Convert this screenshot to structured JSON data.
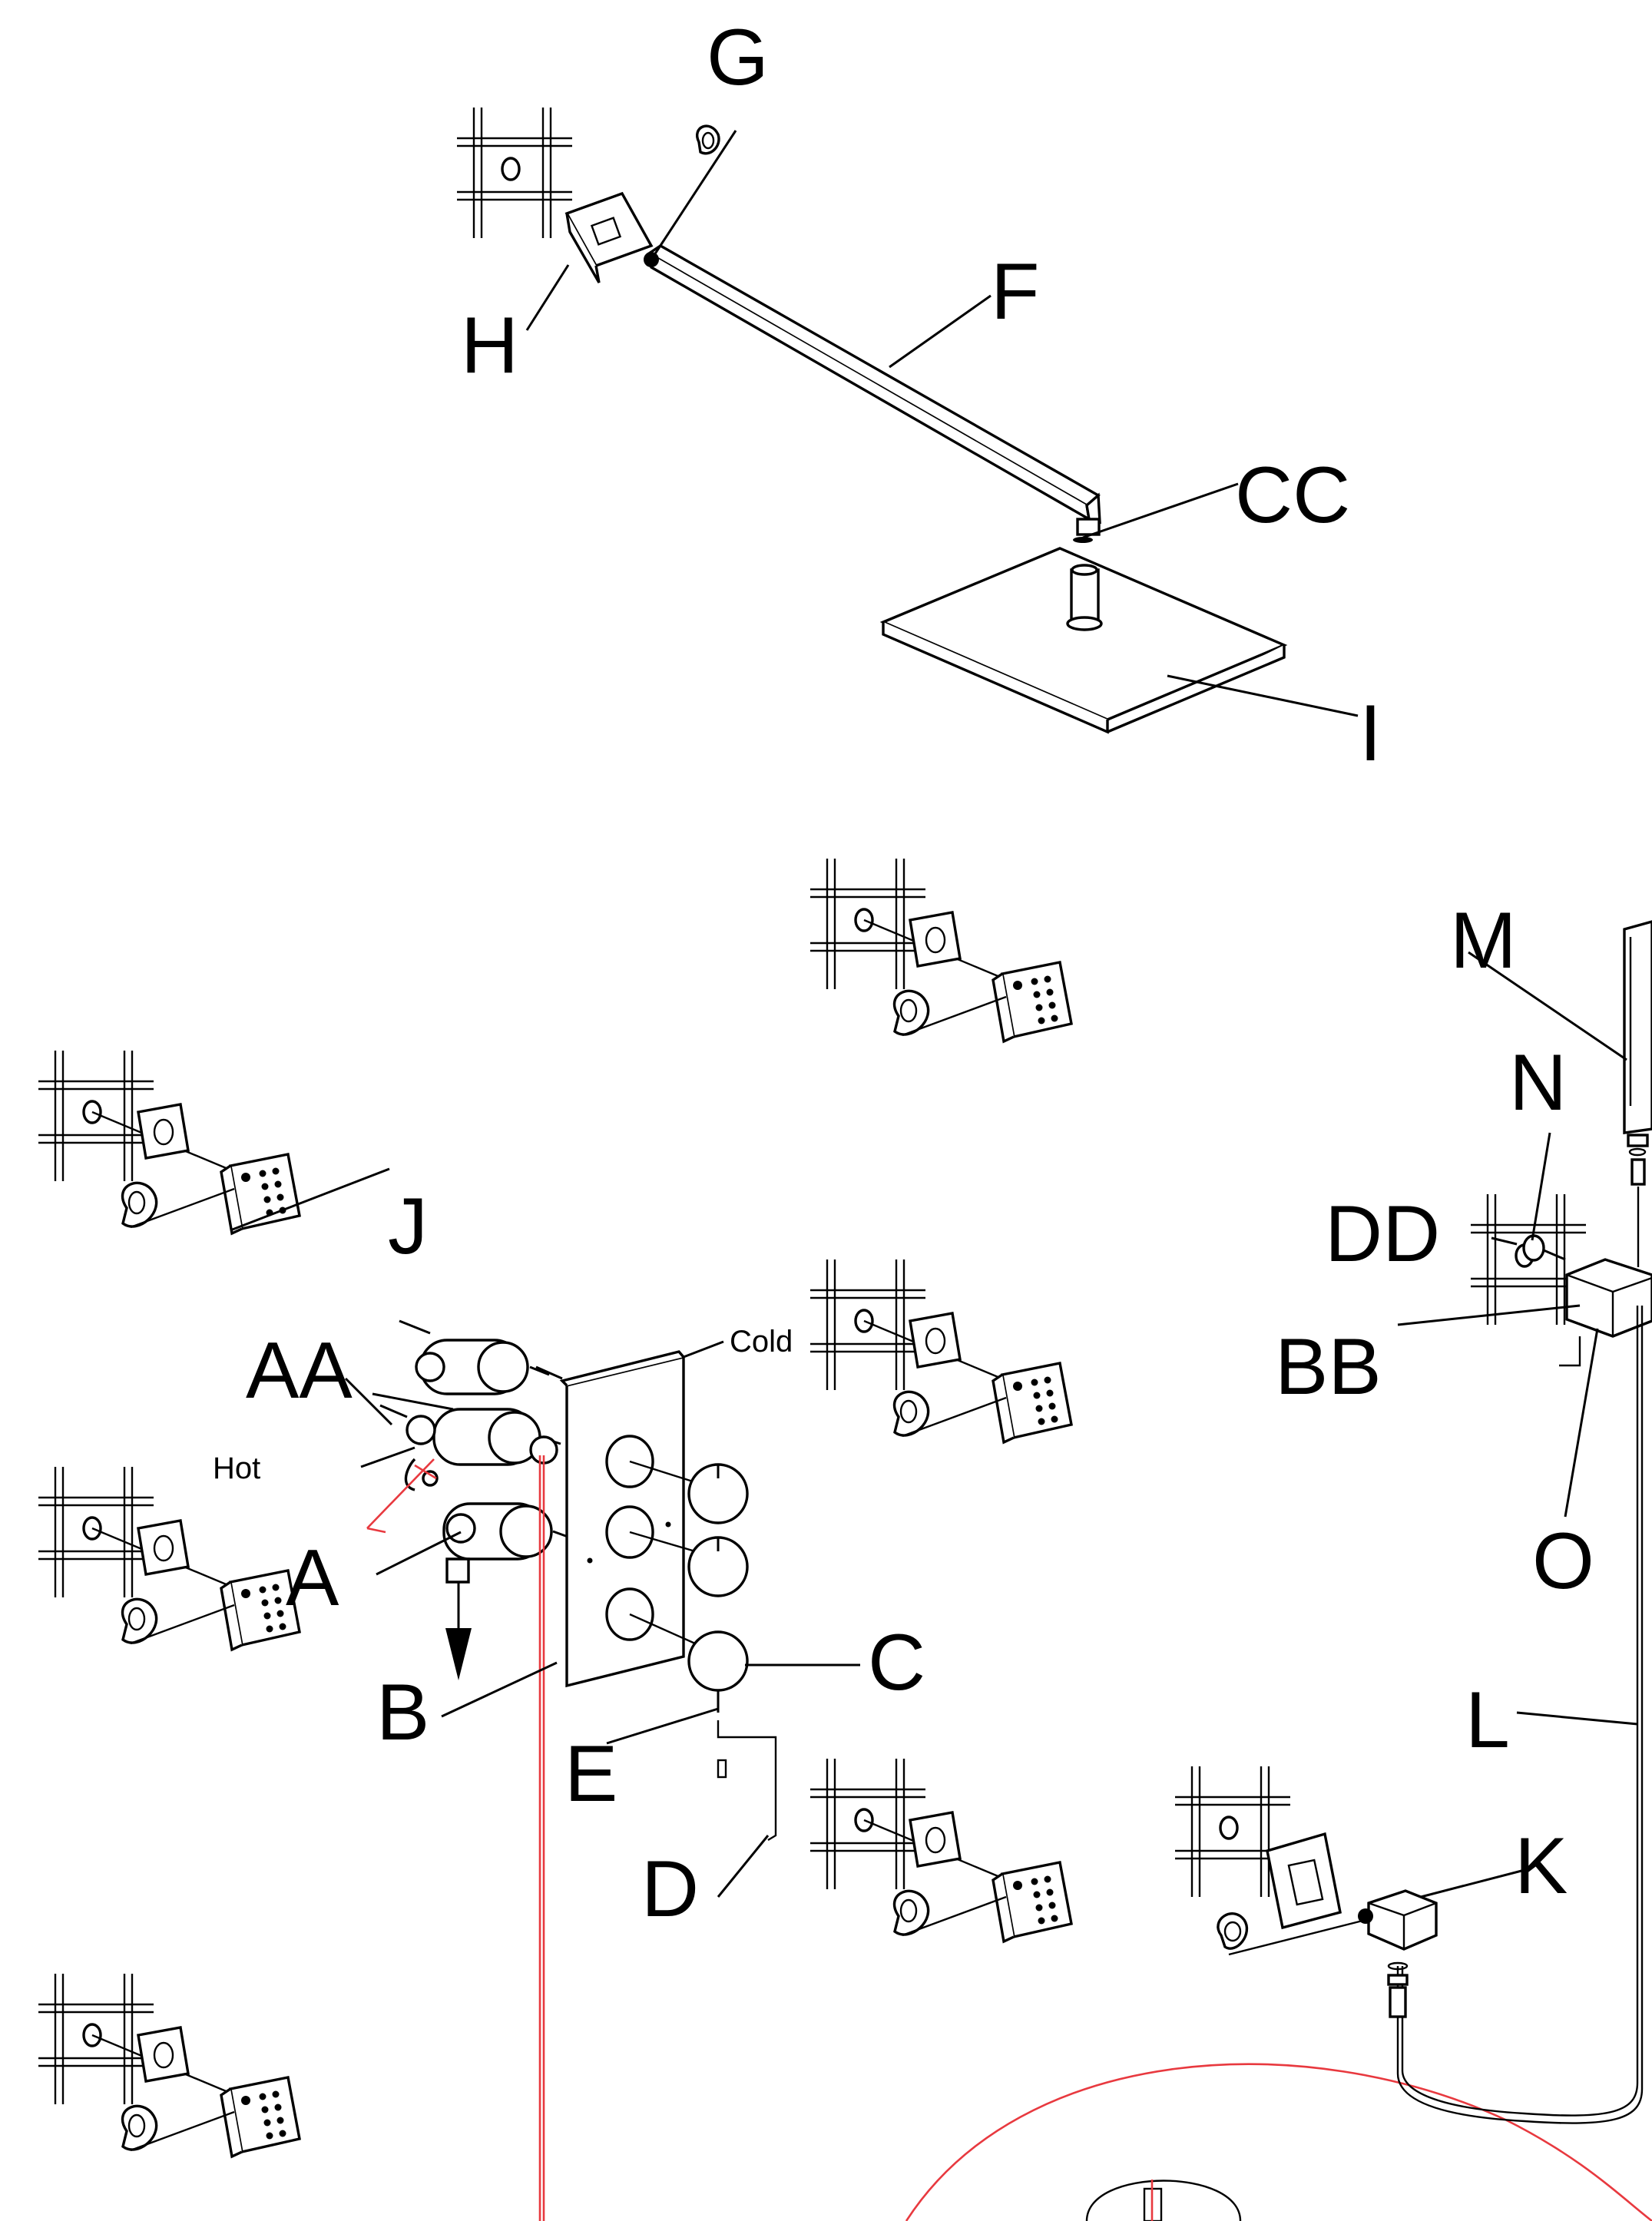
{
  "labels": {
    "G": "G",
    "H": "H",
    "F": "F",
    "CC": "CC",
    "I": "I",
    "M": "M",
    "N": "N",
    "DD": "DD",
    "BB": "BB",
    "O": "O",
    "J": "J",
    "AA": "AA",
    "A": "A",
    "B": "B",
    "C": "C",
    "E": "E",
    "D": "D",
    "L": "L",
    "K": "K",
    "hot": "Hot",
    "cold": "Cold"
  },
  "colors": {
    "line": "#000000",
    "highlight": "#e8393f",
    "background": "#ffffff"
  }
}
